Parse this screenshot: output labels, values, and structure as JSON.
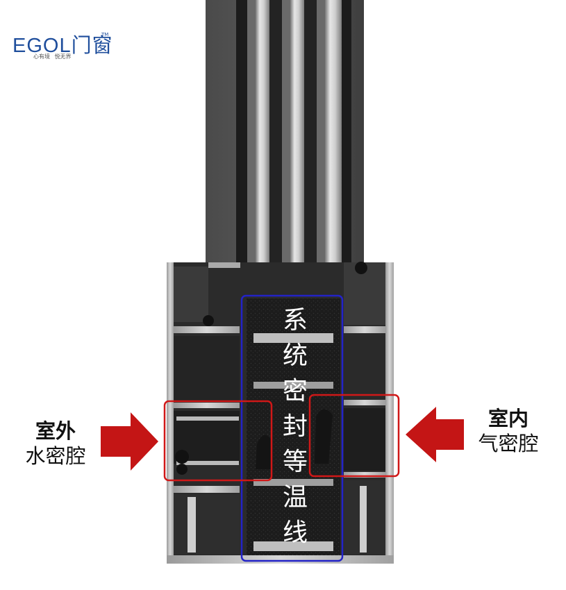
{
  "logo": {
    "brand": "EGOL门窗",
    "trademark": "TM",
    "slogan": "心有境 悦无界"
  },
  "center_label": {
    "chars": [
      "系",
      "统",
      "密",
      "封",
      "等",
      "温",
      "线"
    ]
  },
  "left_label": {
    "line1": "室外",
    "line2": "水密腔"
  },
  "right_label": {
    "line1": "室内",
    "line2": "气密腔"
  },
  "colors": {
    "highlight_red": "#d01818",
    "highlight_blue": "#2323c8",
    "arrow_red": "#c41515",
    "brand_blue": "#1f4e9c"
  }
}
